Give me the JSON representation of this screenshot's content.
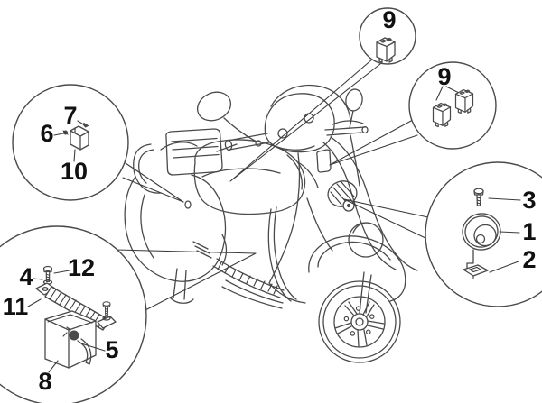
{
  "figure": {
    "type": "exploded-parts-diagram",
    "background": "#ffffff",
    "line_color": "#4a4a4a",
    "label_color": "#111111",
    "callouts": {
      "relay_top": {
        "label": "9"
      },
      "relays_right": {
        "label": "9"
      },
      "flasher_left": {
        "label_screw_top": "7",
        "label_screw_side": "6",
        "label_unit": "10"
      },
      "horn_right": {
        "label_screw": "3",
        "label_horn": "1",
        "label_bracket": "2"
      },
      "battery_bottom": {
        "label_washer": "4",
        "label_screw": "12",
        "label_strap": "11",
        "label_terminal_bolt": "5",
        "label_battery": "8"
      }
    }
  }
}
